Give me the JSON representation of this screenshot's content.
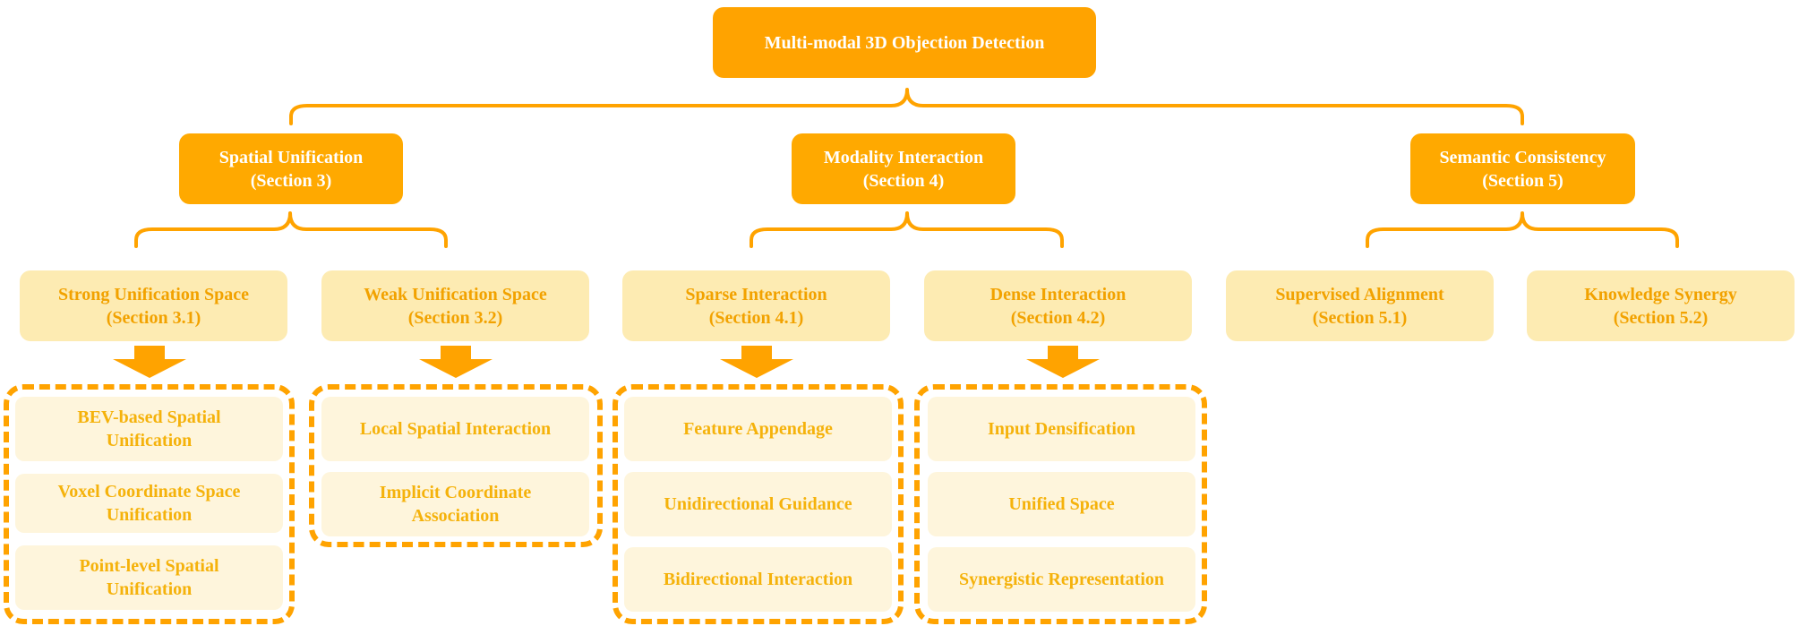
{
  "root": {
    "label": "Multi-modal 3D Objection Detection"
  },
  "categories": [
    {
      "title": "Spatial Unification",
      "section": "(Section 3)"
    },
    {
      "title": "Modality Interaction",
      "section": "(Section 4)"
    },
    {
      "title": "Semantic Consistency",
      "section": "(Section 5)"
    }
  ],
  "subcategories": [
    {
      "title": "Strong Unification Space",
      "section": "(Section 3.1)"
    },
    {
      "title": "Weak Unification Space",
      "section": "(Section 3.2)"
    },
    {
      "title": "Sparse Interaction",
      "section": "(Section 4.1)"
    },
    {
      "title": "Dense Interaction",
      "section": "(Section 4.2)"
    },
    {
      "title": "Supervised Alignment",
      "section": "(Section 5.1)"
    },
    {
      "title": "Knowledge Synergy",
      "section": "(Section 5.2)"
    }
  ],
  "methods": {
    "strong": [
      {
        "line1": "BEV-based Spatial",
        "line2": "Unification"
      },
      {
        "line1": "Voxel Coordinate Space",
        "line2": "Unification"
      },
      {
        "line1": "Point-level Spatial",
        "line2": "Unification"
      }
    ],
    "weak": [
      {
        "line1": "Local Spatial Interaction",
        "line2": ""
      },
      {
        "line1": "Implicit Coordinate",
        "line2": "Association"
      }
    ],
    "sparse": [
      {
        "line1": "Feature Appendage",
        "line2": ""
      },
      {
        "line1": "Unidirectional Guidance",
        "line2": ""
      },
      {
        "line1": "Bidirectional Interaction",
        "line2": ""
      }
    ],
    "dense": [
      {
        "line1": "Input Densification",
        "line2": ""
      },
      {
        "line1": "Unified Space",
        "line2": ""
      },
      {
        "line1": "Synergistic Representation",
        "line2": ""
      }
    ]
  },
  "colors": {
    "root_fill": "#FFA300",
    "category_fill": "#FFA900",
    "subcategory_fill": "#FDEBB2",
    "method_fill": "#FEF5DC",
    "connector": "#FFA300",
    "subcategory_text": "#F2A200",
    "method_text": "#F5B20B"
  }
}
